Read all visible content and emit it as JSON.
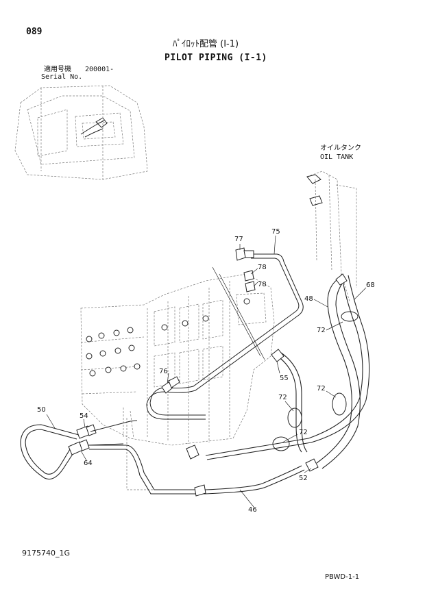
{
  "header": {
    "page_number": "089",
    "title_jp": "ﾊﾟｲﾛｯﾄ配管 (I-1)",
    "title_en": "PILOT PIPING (I-1)"
  },
  "serial": {
    "label_jp": "適用号機",
    "value": "200001-",
    "label_en": "Serial No."
  },
  "callouts": {
    "oil_tank_jp": "オイルタンク",
    "oil_tank_en": "OIL TANK"
  },
  "part_numbers": [
    "77",
    "75",
    "78",
    "78",
    "68",
    "48",
    "72",
    "76",
    "55",
    "72",
    "72",
    "50",
    "54",
    "72",
    "64",
    "52",
    "46"
  ],
  "footer": {
    "document_number": "9175740_1G",
    "page_code": "PBWD-1-1"
  }
}
